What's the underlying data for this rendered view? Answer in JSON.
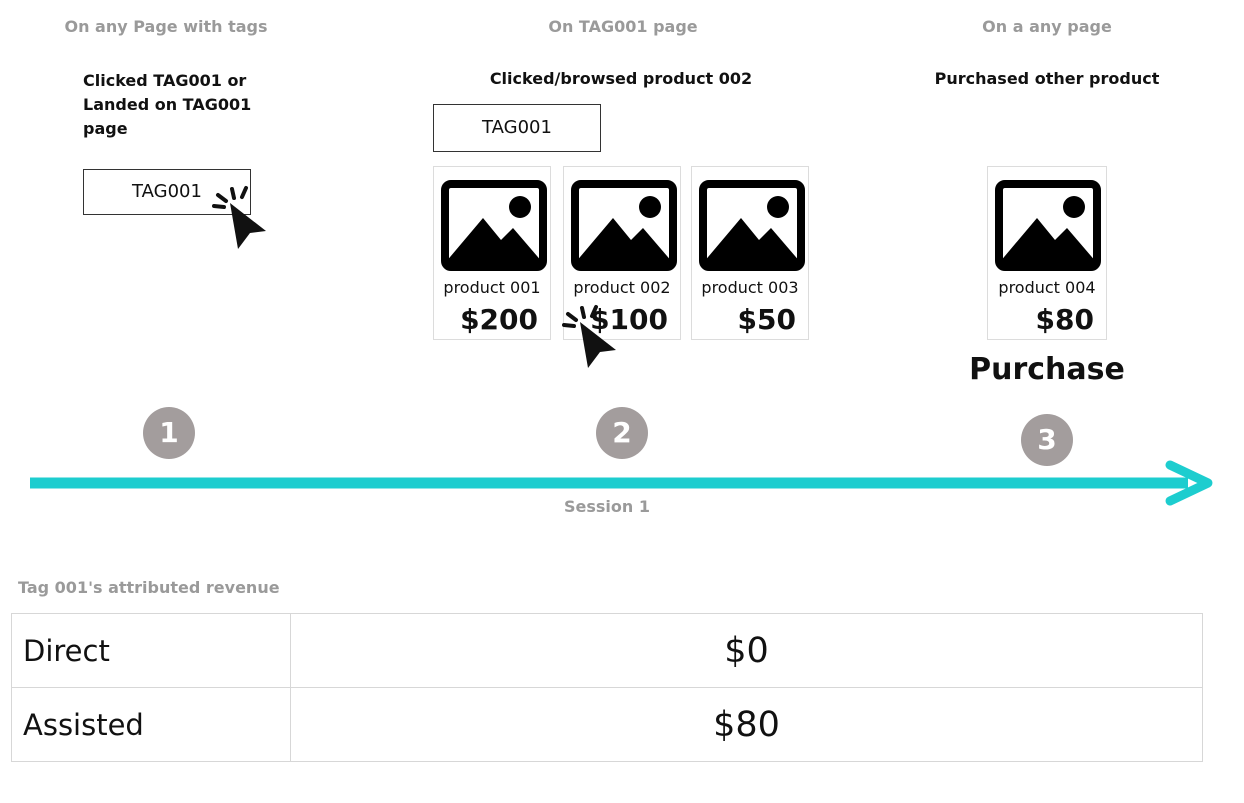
{
  "steps": [
    {
      "number": "1",
      "location": "On any Page with tags",
      "action_line1": "Clicked TAG001 or",
      "action_line2": "Landed on TAG001",
      "action_line3": "page",
      "tag": "TAG001"
    },
    {
      "number": "2",
      "location": "On TAG001 page",
      "action": "Clicked/browsed product 002",
      "tag": "TAG001",
      "products": [
        {
          "name": "product 001",
          "price": "$200"
        },
        {
          "name": "product 002",
          "price": "$100"
        },
        {
          "name": "product 003",
          "price": "$50"
        }
      ]
    },
    {
      "number": "3",
      "location": "On a any page",
      "action": "Purchased other product",
      "product": {
        "name": "product 004",
        "price": "$80"
      },
      "result": "Purchase"
    }
  ],
  "timeline": {
    "label": "Session 1",
    "color": "#1dcdcf"
  },
  "revenue": {
    "title": "Tag 001's attributed revenue",
    "rows": [
      {
        "label": "Direct",
        "value": "$0"
      },
      {
        "label": "Assisted",
        "value": "$80"
      }
    ]
  },
  "icons": [
    "image-placeholder-icon",
    "click-cursor-icon"
  ],
  "colors": {
    "accent": "#1dcdcf",
    "badge": "#a39d9d",
    "header": "#9a9a9a"
  }
}
